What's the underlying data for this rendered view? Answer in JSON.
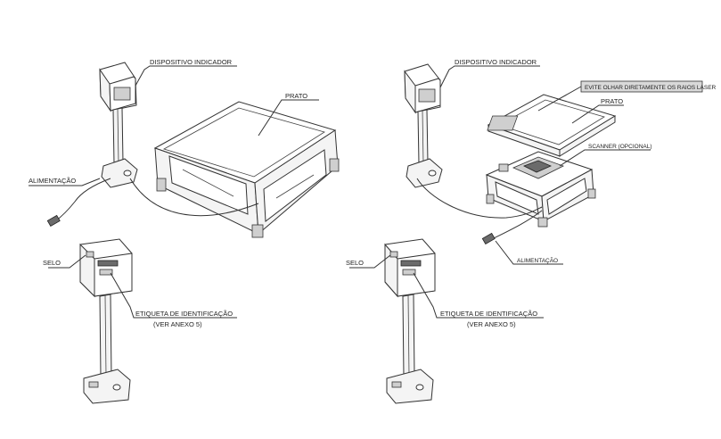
{
  "left": {
    "dispositivo": "DISPOSITIVO INDICADOR",
    "prato": "PRATO",
    "alimentacao": "ALIMENTAÇÃO",
    "selo": "SELO",
    "etiqueta_line1": "ETIQUETA DE IDENTIFICAÇÃO",
    "etiqueta_line2": "(VER  ANEXO 5)"
  },
  "right": {
    "dispositivo": "DISPOSITIVO INDICADOR",
    "aviso": "EVITE OLHAR DIRETAMENTE OS RAIOS LASER",
    "prato": "PRATO",
    "scanner": "SCANNER (OPCIONAL)",
    "alimentacao": "ALIMENTAÇÃO",
    "selo": "SELO",
    "etiqueta_line1": "ETIQUETA DE IDENTIFICAÇÃO",
    "etiqueta_line2": "(VER  ANEXO 5)"
  }
}
